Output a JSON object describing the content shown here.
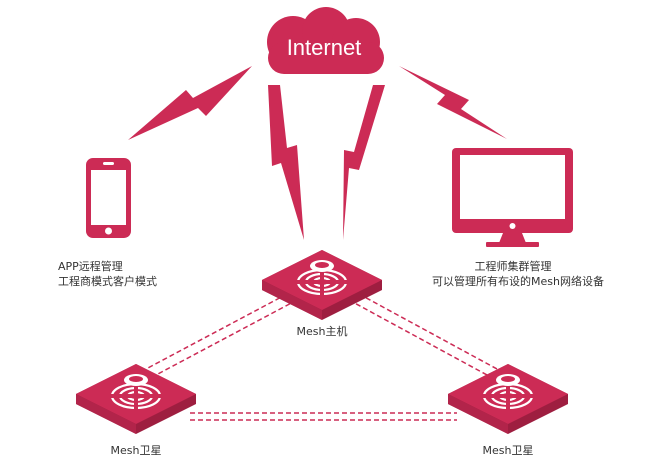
{
  "colors": {
    "accent": "#cc2b55",
    "accent_dark": "#9e1e40",
    "accent_light": "#e0506f",
    "text": "#333333"
  },
  "cloud": {
    "label": "Internet",
    "icon": "cloud-icon"
  },
  "phone": {
    "icon": "phone-icon",
    "line1": "APP远程管理",
    "line2": "工程商模式客户模式"
  },
  "monitor": {
    "icon": "monitor-icon",
    "line1": "工程师集群管理",
    "line2": "可以管理所有布设的Mesh网络设备"
  },
  "mesh_host": {
    "icon": "router-icon",
    "label": "Mesh主机"
  },
  "satellite_left": {
    "icon": "router-icon",
    "label": "Mesh卫星"
  },
  "satellite_right": {
    "icon": "router-icon",
    "label": "Mesh卫星"
  },
  "links": {
    "wireless_icon": "lightning-icon",
    "mesh_link_style": "dashed"
  }
}
